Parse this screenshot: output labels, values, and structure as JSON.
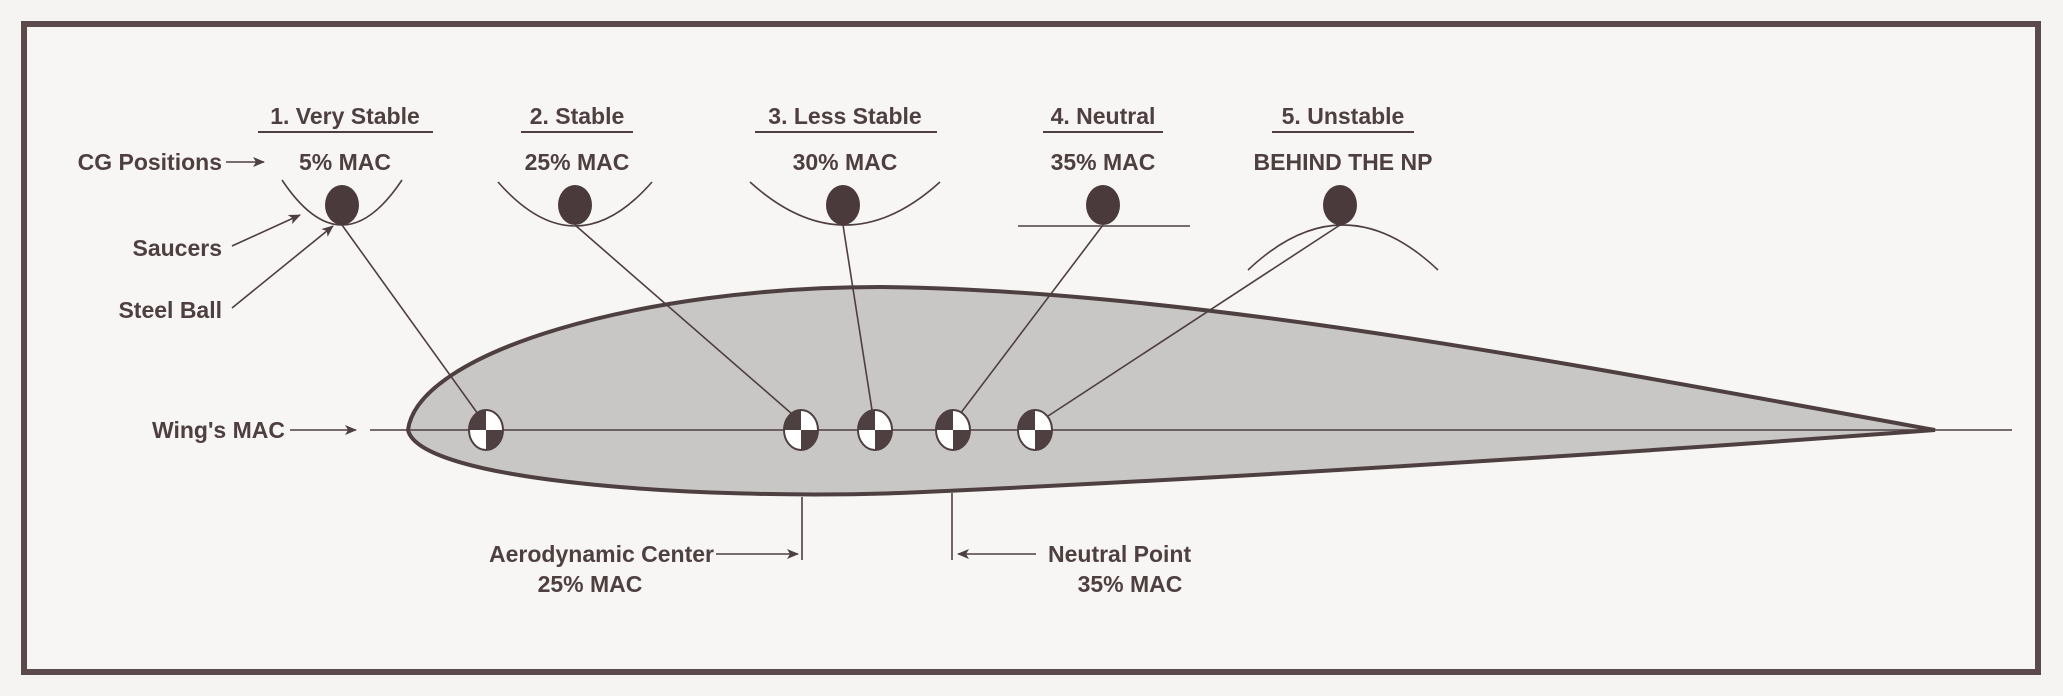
{
  "title_labels": {
    "cg_positions": "CG Positions",
    "saucers": "Saucers",
    "steel_ball": "Steel Ball",
    "wings_mac": "Wing's MAC"
  },
  "cases": [
    {
      "title": "1. Very Stable",
      "position": "5% MAC",
      "saucer": "concave-deep"
    },
    {
      "title": "2. Stable",
      "position": "25% MAC",
      "saucer": "concave"
    },
    {
      "title": "3. Less Stable",
      "position": "30% MAC",
      "saucer": "concave-shallow"
    },
    {
      "title": "4. Neutral",
      "position": "35% MAC",
      "saucer": "flat"
    },
    {
      "title": "5. Unstable",
      "position": "BEHIND THE NP",
      "saucer": "convex"
    }
  ],
  "bottom_labels": {
    "ac_label": "Aerodynamic Center",
    "ac_value": "25% MAC",
    "np_label": "Neutral Point",
    "np_value": "35% MAC"
  },
  "colors": {
    "ink": "#4e3f40",
    "airfoil_fill": "#c9c7c6",
    "background": "#f5f4f2"
  }
}
